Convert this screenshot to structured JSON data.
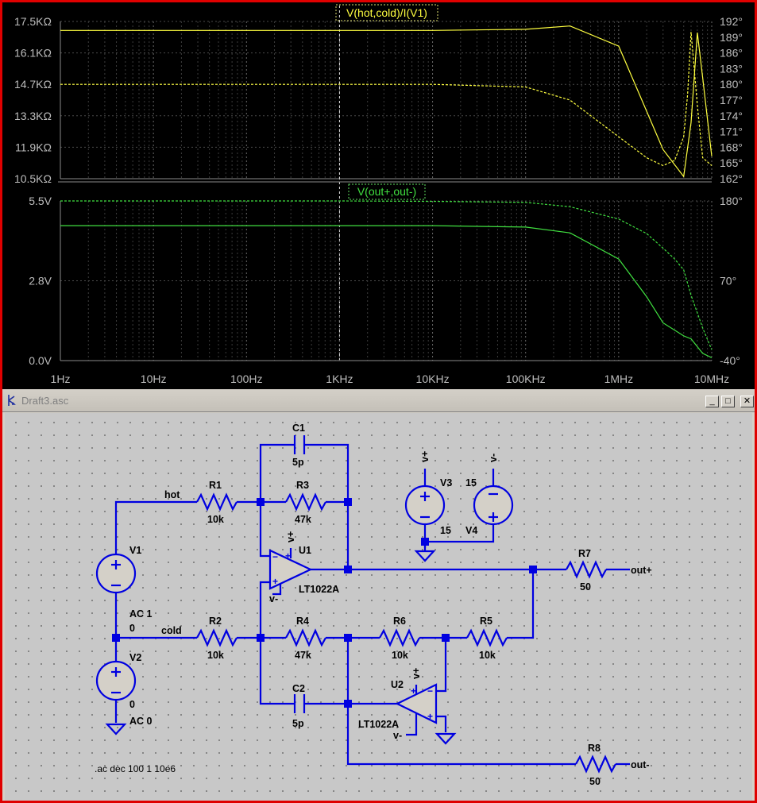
{
  "plot": {
    "pane1_title": "V(hot,cold)/I(V1)",
    "pane2_title": "V(out+,out-)",
    "pane1_left_ticks": [
      "17.5KΩ",
      "16.1KΩ",
      "14.7KΩ",
      "13.3KΩ",
      "11.9KΩ",
      "10.5KΩ"
    ],
    "pane1_right_ticks": [
      "192°",
      "189°",
      "186°",
      "183°",
      "180°",
      "177°",
      "174°",
      "171°",
      "168°",
      "165°",
      "162°"
    ],
    "pane2_left_ticks": [
      "5.5V",
      "2.8V",
      "0.0V"
    ],
    "pane2_right_ticks": [
      "180°",
      "70°",
      "-40°"
    ],
    "x_ticks": [
      "1Hz",
      "10Hz",
      "100Hz",
      "1KHz",
      "10KHz",
      "100KHz",
      "1MHz",
      "10MHz"
    ],
    "colors": {
      "pane1_trace": "#ffff40",
      "pane2_trace": "#40e040",
      "grid": "#5a5a5a",
      "frame": "#e00000"
    }
  },
  "chart_data": [
    {
      "type": "line",
      "title": "V(hot,cold)/I(V1)",
      "x_scale": "log",
      "xlim": [
        1,
        10000000
      ],
      "ylim": [
        10.5,
        17.5
      ],
      "y_unit": "KΩ",
      "y2lim": [
        162,
        192
      ],
      "y2_unit": "°",
      "series": [
        {
          "name": "magnitude",
          "style": "solid",
          "axis": "y",
          "x": [
            1,
            10,
            100,
            1000,
            10000,
            100000,
            300000,
            1000000,
            2000000,
            3000000,
            5000000,
            6000000,
            7000000,
            8000000,
            10000000
          ],
          "y": [
            17.1,
            17.1,
            17.1,
            17.1,
            17.1,
            17.15,
            17.3,
            16.4,
            13.5,
            11.8,
            10.6,
            13.0,
            17.0,
            15.0,
            11.5
          ]
        },
        {
          "name": "phase",
          "style": "dashed",
          "axis": "y2",
          "x": [
            1,
            10,
            100,
            1000,
            10000,
            100000,
            300000,
            1000000,
            2000000,
            3000000,
            4000000,
            5000000,
            5500000,
            6000000,
            7000000,
            8000000,
            10000000
          ],
          "y": [
            180,
            180,
            180,
            180,
            180,
            179.5,
            177,
            170,
            166,
            164.5,
            165.5,
            170,
            178,
            190,
            176,
            166,
            164.5
          ]
        }
      ]
    },
    {
      "type": "line",
      "title": "V(out+,out-)",
      "x_scale": "log",
      "xlim": [
        1,
        10000000
      ],
      "ylim": [
        0,
        5.5
      ],
      "y_unit": "V",
      "y2lim": [
        -40,
        180
      ],
      "y2_unit": "°",
      "series": [
        {
          "name": "magnitude",
          "style": "solid",
          "axis": "y",
          "x": [
            1,
            10,
            100,
            1000,
            10000,
            100000,
            300000,
            1000000,
            2000000,
            3000000,
            5000000,
            6000000,
            8000000,
            10000000
          ],
          "y": [
            4.65,
            4.65,
            4.65,
            4.65,
            4.65,
            4.6,
            4.4,
            3.5,
            2.2,
            1.3,
            0.85,
            0.75,
            0.25,
            0.1
          ]
        },
        {
          "name": "phase",
          "style": "dashed",
          "axis": "y2",
          "x": [
            1,
            10,
            100,
            1000,
            10000,
            100000,
            300000,
            1000000,
            2000000,
            3000000,
            4000000,
            5000000,
            6000000,
            8000000,
            10000000
          ],
          "y": [
            180,
            180,
            180,
            180,
            179.5,
            178,
            172,
            155,
            135,
            115,
            100,
            85,
            50,
            5,
            -25
          ]
        }
      ]
    }
  ],
  "schematic_window": {
    "title": "Draft3.asc",
    "minimize_glyph": "_",
    "maximize_glyph": "□",
    "close_glyph": "✕",
    "labels": {
      "c1_name": "C1",
      "c1_val": "5p",
      "r1_name": "R1",
      "r1_val": "10k",
      "r3_name": "R3",
      "r3_val": "47k",
      "hot": "hot",
      "cold": "cold",
      "v1_name": "V1",
      "v1_val1": "AC 1",
      "v1_val2": "0",
      "v2_name": "V2",
      "v2_val1": "0",
      "v2_val2": "AC 0",
      "u1_name": "U1",
      "u1_model": "LT1022A",
      "u2_name": "U2",
      "u2_model": "LT1022A",
      "r2_name": "R2",
      "r2_val": "10k",
      "r4_name": "R4",
      "r4_val": "47k",
      "r6_name": "R6",
      "r6_val": "10k",
      "r5_name": "R5",
      "r5_val": "10k",
      "c2_name": "C2",
      "c2_val": "5p",
      "r7_name": "R7",
      "r7_val": "50",
      "r8_name": "R8",
      "r8_val": "50",
      "outp": "out+",
      "outm": "out-",
      "v3_name": "V3",
      "v3_val": "15",
      "v4_name": "V4",
      "v4_val": "15",
      "vplus": "v+",
      "vminus": "v-",
      "u1_vplus": "v+",
      "u1_vminus": "v-",
      "u2_vplus": "v+",
      "u2_vminus": "v-",
      "directive": ".ac dec 100 1 10e6"
    }
  }
}
